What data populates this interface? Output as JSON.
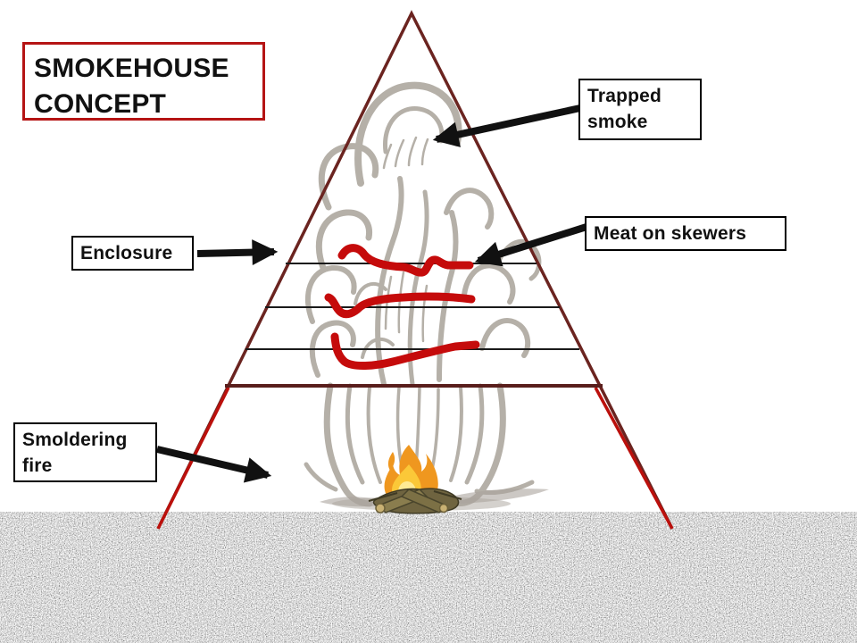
{
  "slide": {
    "title": "SMOKEHOUSE CONCEPT",
    "callouts": {
      "trapped_smoke": "Trapped smoke",
      "meat_on_skewers": "Meat on skewers",
      "enclosure": "Enclosure",
      "smoldering_fire": "Smoldering fire"
    }
  },
  "diagram": {
    "kind": "smokehouse-concept-illustration",
    "skewer_count": 3,
    "meat_piece_count": 3,
    "colors": {
      "background": "#ffffff",
      "title_border": "#b51414",
      "label_border": "#000000",
      "text": "#111111",
      "arrow": "#111111",
      "enclosure_outline_dark": "#6b2420",
      "enclosure_outline_bright": "#bb100c",
      "shelf_line": "#591e1c",
      "skewer_line": "#1a1a1a",
      "meat": "#c50b0b",
      "smoke": "#b5b0a8",
      "smoke_shadow": "#aaa49c",
      "flame_outer": "#ef971f",
      "flame_mid": "#fbc838",
      "flame_core": "#ffeb94",
      "log": "#8a7d4e",
      "log_dark": "#4a452c",
      "log_end": "#c9b173",
      "ground_speckle": "#ababab"
    }
  }
}
